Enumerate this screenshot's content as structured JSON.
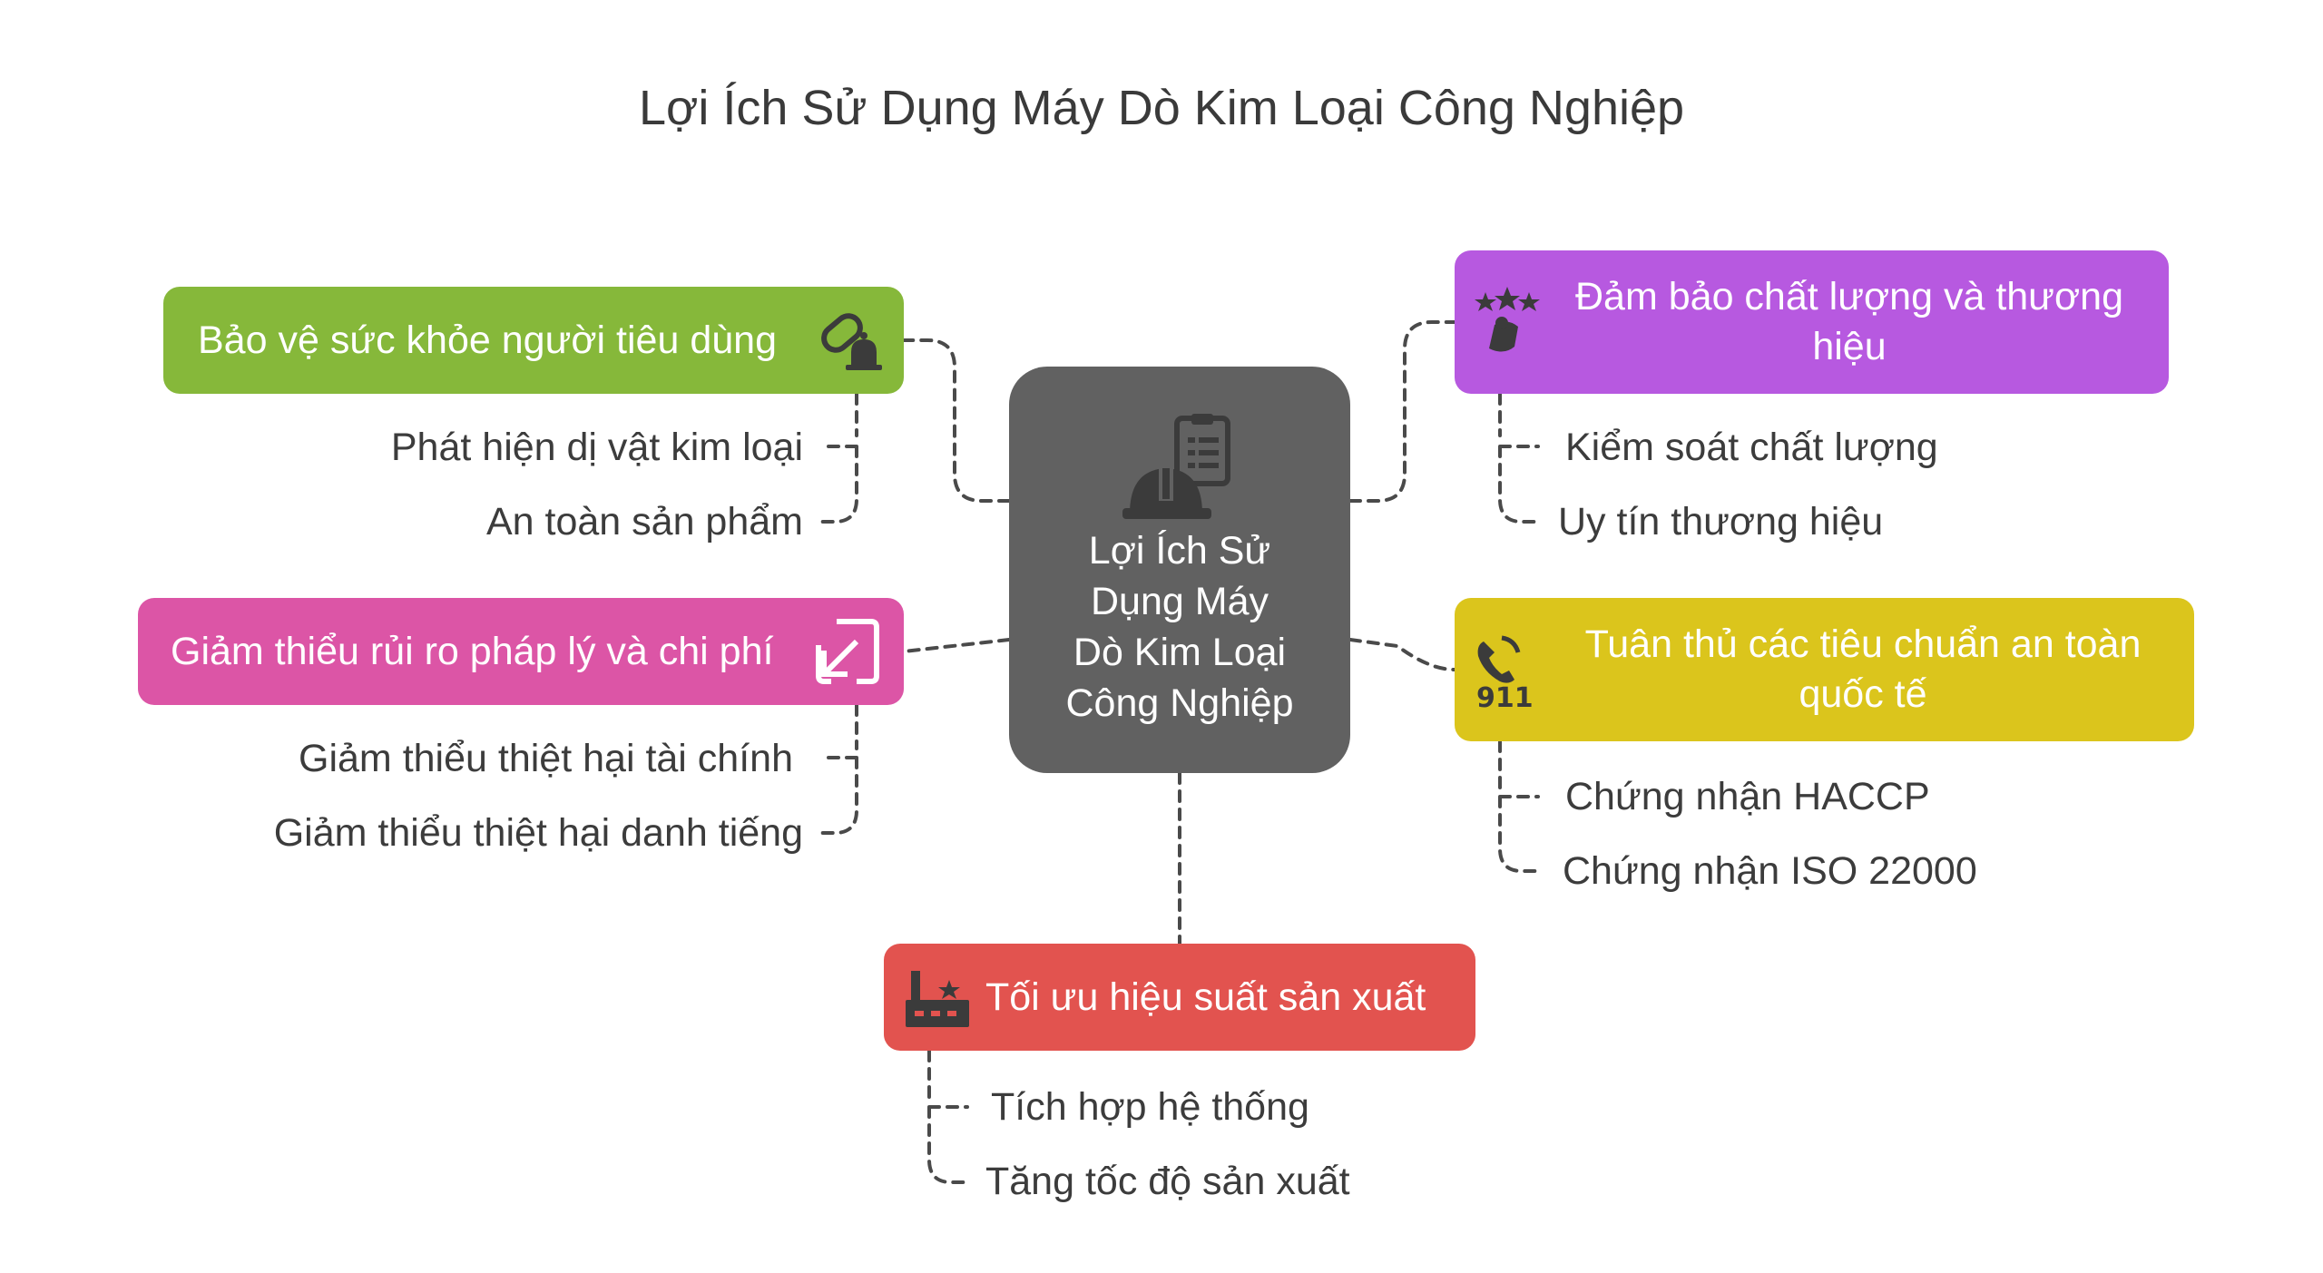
{
  "title": "Lợi Ích Sử Dụng Máy Dò Kim Loại Công Nghiệp",
  "center": {
    "lines": [
      "Lợi Ích Sử",
      "Dụng Máy",
      "Dò Kim Loại",
      "Công Nghiệp"
    ],
    "icon": "hard-hat-clipboard-icon",
    "color": "#616161"
  },
  "branches": {
    "health": {
      "label": "Bảo vệ sức khỏe người tiêu dùng",
      "icon": "pill-bell-icon",
      "color": "#86b83a",
      "items": [
        "Phát hiện dị vật kim loại",
        "An toàn sản phẩm"
      ]
    },
    "legal": {
      "label": "Giảm thiểu rủi ro pháp lý và chi phí",
      "icon": "shrink-arrow-icon",
      "color": "#dc55a6",
      "items": [
        "Giảm thiểu thiệt hại tài chính",
        "Giảm thiểu thiệt hại danh tiếng"
      ]
    },
    "quality": {
      "label_lines": [
        "Đảm bảo chất lượng và thương",
        "hiệu"
      ],
      "icon": "stars-badge-icon",
      "color": "#b759e0",
      "items": [
        "Kiểm soát chất lượng",
        "Uy tín thương hiệu"
      ]
    },
    "standards": {
      "label_lines": [
        "Tuân thủ các tiêu chuẩn an toàn",
        "quốc tế"
      ],
      "icon": "phone-911-icon",
      "icon_text": "911",
      "color": "#dbc51c",
      "items": [
        "Chứng nhận HACCP",
        "Chứng nhận ISO 22000"
      ]
    },
    "production": {
      "label": "Tối ưu hiệu suất sản xuất",
      "icon": "factory-icon",
      "color": "#e2534f",
      "items": [
        "Tích hợp hệ thống",
        "Tăng tốc độ sản xuất"
      ]
    }
  }
}
